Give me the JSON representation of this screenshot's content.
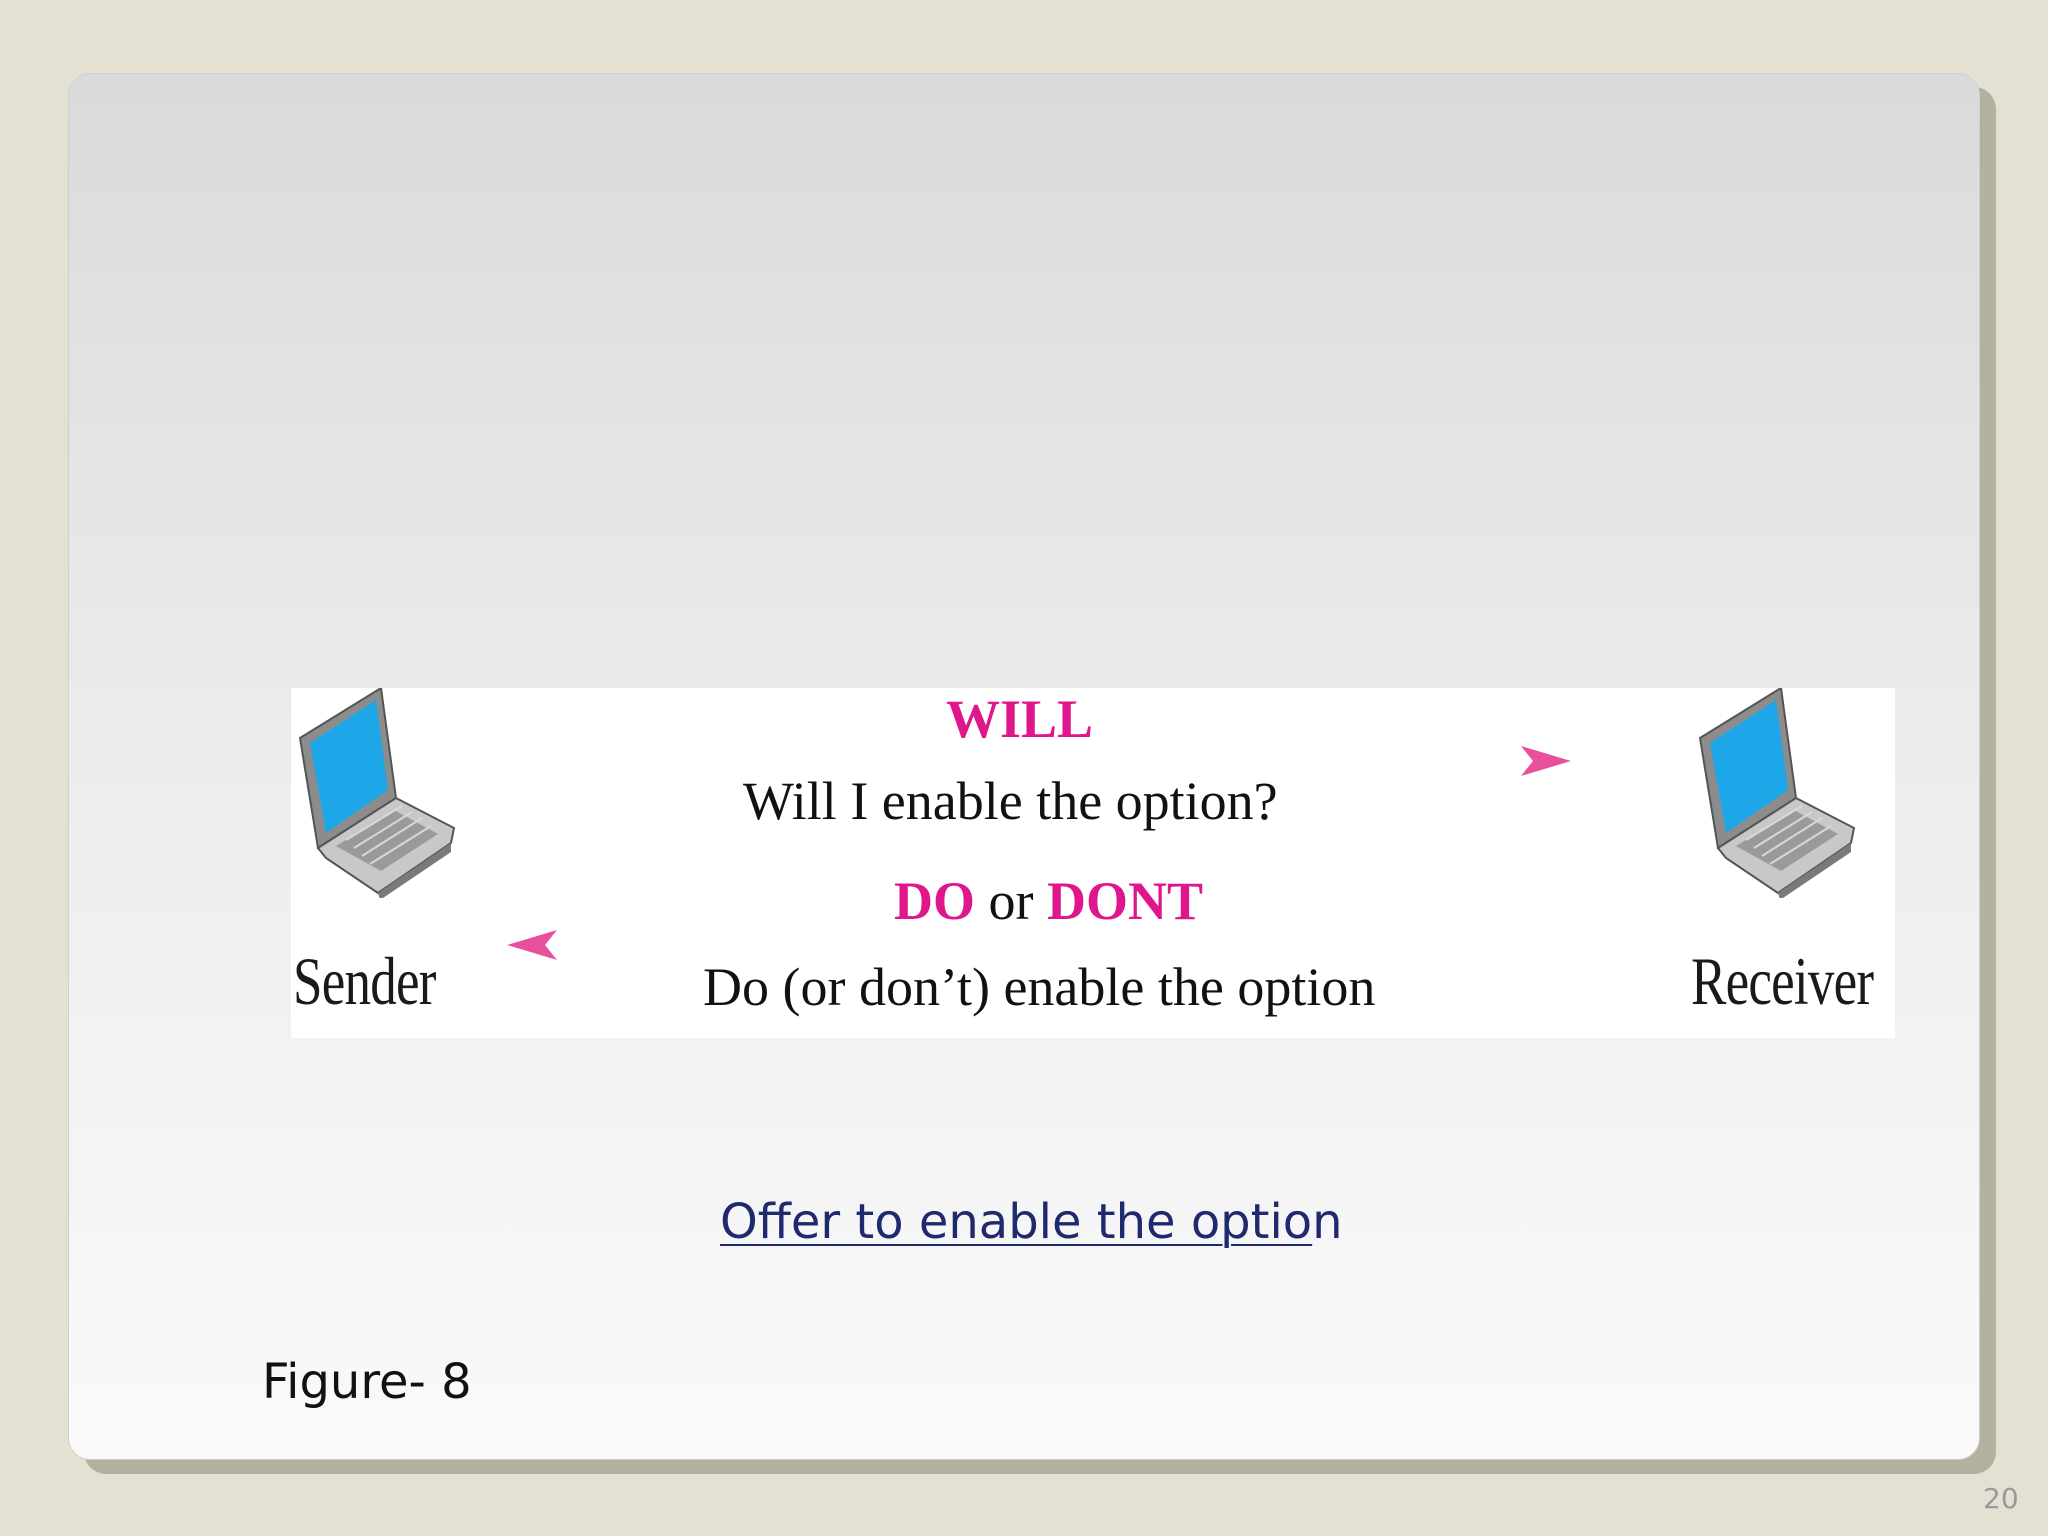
{
  "slide": {
    "figure": {
      "sender_label": "Sender",
      "receiver_label": "Receiver",
      "messages": {
        "will_command": "WILL",
        "will_text": "Will I enable the option?",
        "do_command": "DO",
        "or_word": " or ",
        "dont_command": "DONT",
        "do_text": "Do (or don’t) enable the option"
      },
      "icons": {
        "sender": "laptop-icon",
        "receiver": "laptop-icon",
        "arrow_to_receiver": "arrowhead-right-icon",
        "arrow_to_sender": "arrowhead-left-icon"
      }
    },
    "link": {
      "underlined_text": "Offer to enable the optio",
      "trailing_text": "n"
    },
    "caption": "Figure- 8",
    "page_number": "20"
  },
  "colors": {
    "background": "#e4e0d2",
    "command_pink": "#e0168c",
    "arrow_pink": "#e84f9c",
    "link_navy": "#1f2a6e",
    "laptop_screen": "#1ea7e8"
  }
}
